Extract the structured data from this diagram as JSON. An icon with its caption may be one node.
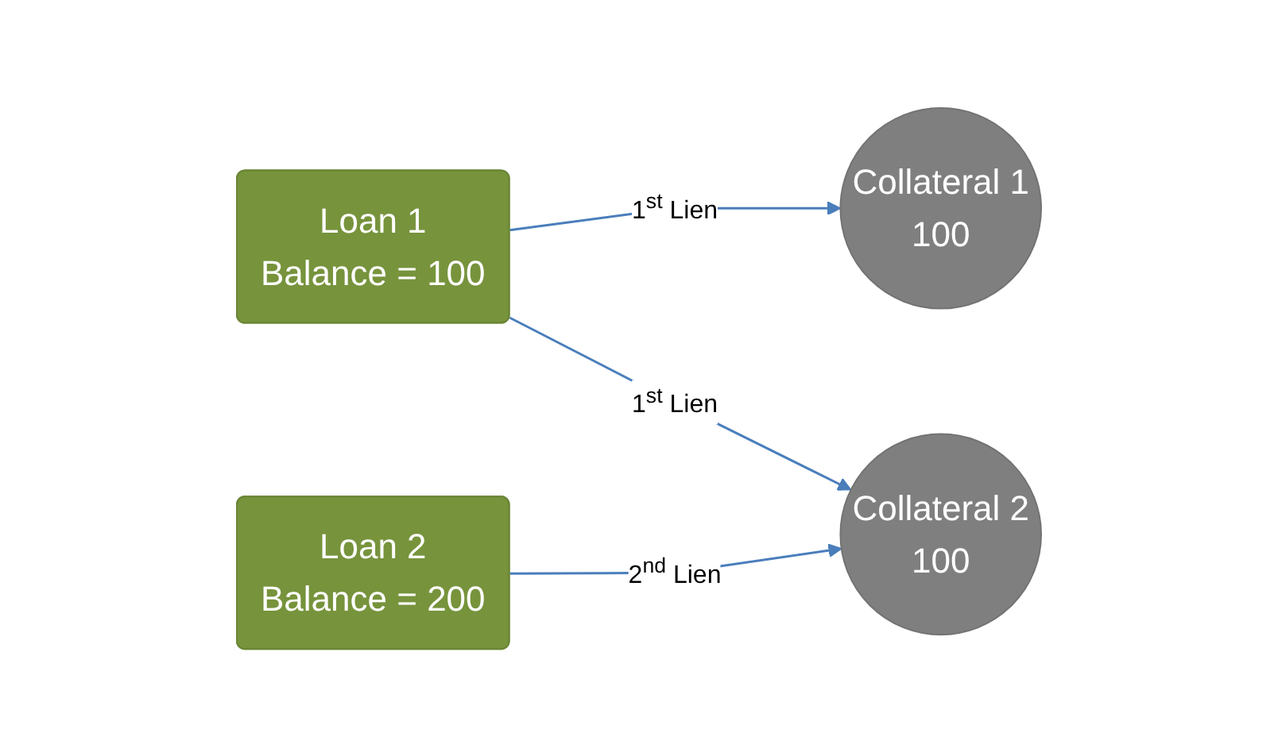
{
  "diagram": {
    "nodes": [
      {
        "text": [
          "Loan 1",
          "Balance = 100"
        ]
      },
      {
        "text": [
          "Collateral 1",
          "100"
        ]
      },
      {
        "text": [
          "Loan 2",
          "Balance = 200"
        ]
      },
      {
        "text": [
          "Collateral 2",
          "100"
        ]
      }
    ],
    "edges": [
      {
        "from": 0,
        "to": 1,
        "arrow": "to",
        "label": "1$^{st}$ Lien"
      },
      {
        "from": 0,
        "to": 3,
        "arrow": "to",
        "label": "1$^{st}$ Lien"
      },
      {
        "from": 2,
        "to": 3,
        "arrow": "to",
        "label": "2$^{nd}$ Lien"
      }
    ]
  }
}
